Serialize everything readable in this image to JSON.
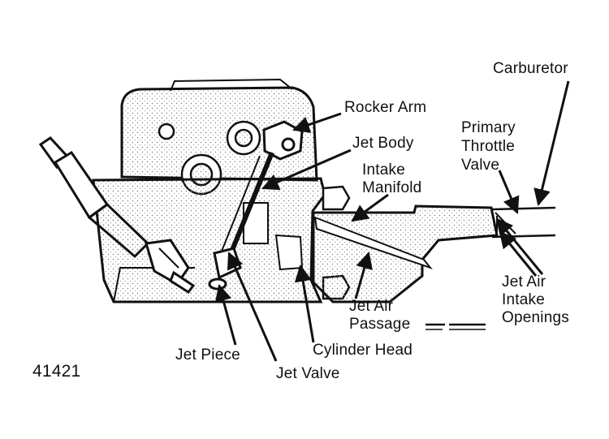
{
  "figure_number": "41421",
  "labels": {
    "carburetor": "Carburetor",
    "rocker_arm": "Rocker Arm",
    "jet_body": "Jet Body",
    "primary_throttle_valve": [
      "Primary",
      "Throttle",
      "Valve"
    ],
    "intake_manifold": [
      "Intake",
      "Manifold"
    ],
    "jet_air_intake_openings": [
      "Jet Air",
      "Intake",
      "Openings"
    ],
    "jet_air_passage": [
      "Jet Air",
      "Passage"
    ],
    "jet_piece": "Jet Piece",
    "cylinder_head": "Cylinder Head",
    "jet_valve": "Jet Valve"
  }
}
